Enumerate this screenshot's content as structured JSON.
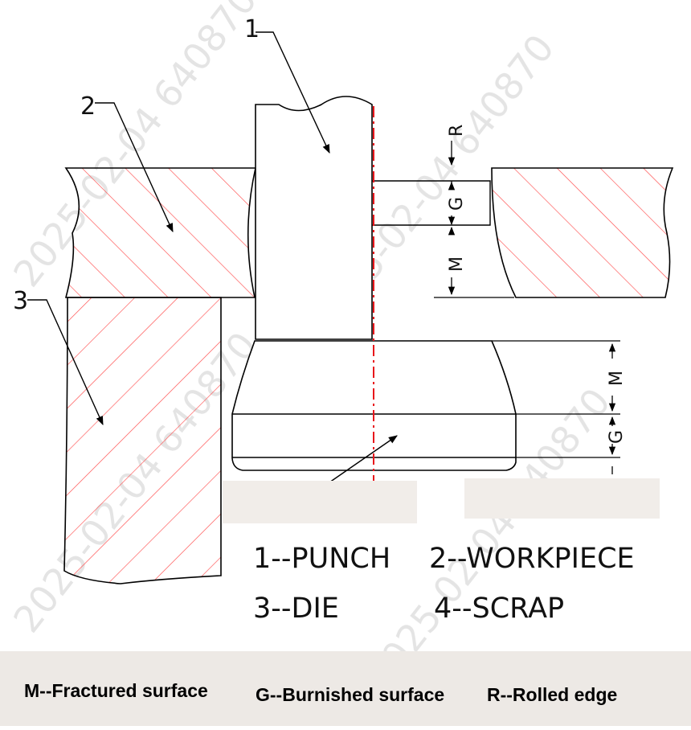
{
  "labels": {
    "punch_num": "1",
    "workpiece_num": "2",
    "die_num": "3"
  },
  "dims": {
    "r": "R",
    "g": "G",
    "m": "M"
  },
  "legend": {
    "punch": "1--PUNCH",
    "workpiece": "2--WORKPIECE",
    "die": "3--DIE",
    "scrap": "4--SCRAP"
  },
  "caption": {
    "m": "M--Fractured surface",
    "g": "G--Burnished surface",
    "r": "R--Rolled edge"
  },
  "watermark": "2025-02-04 640870",
  "colors": {
    "hatch": "#ff4d4d",
    "centerline": "#e8161b",
    "caption_bg": "#ede9e5"
  }
}
